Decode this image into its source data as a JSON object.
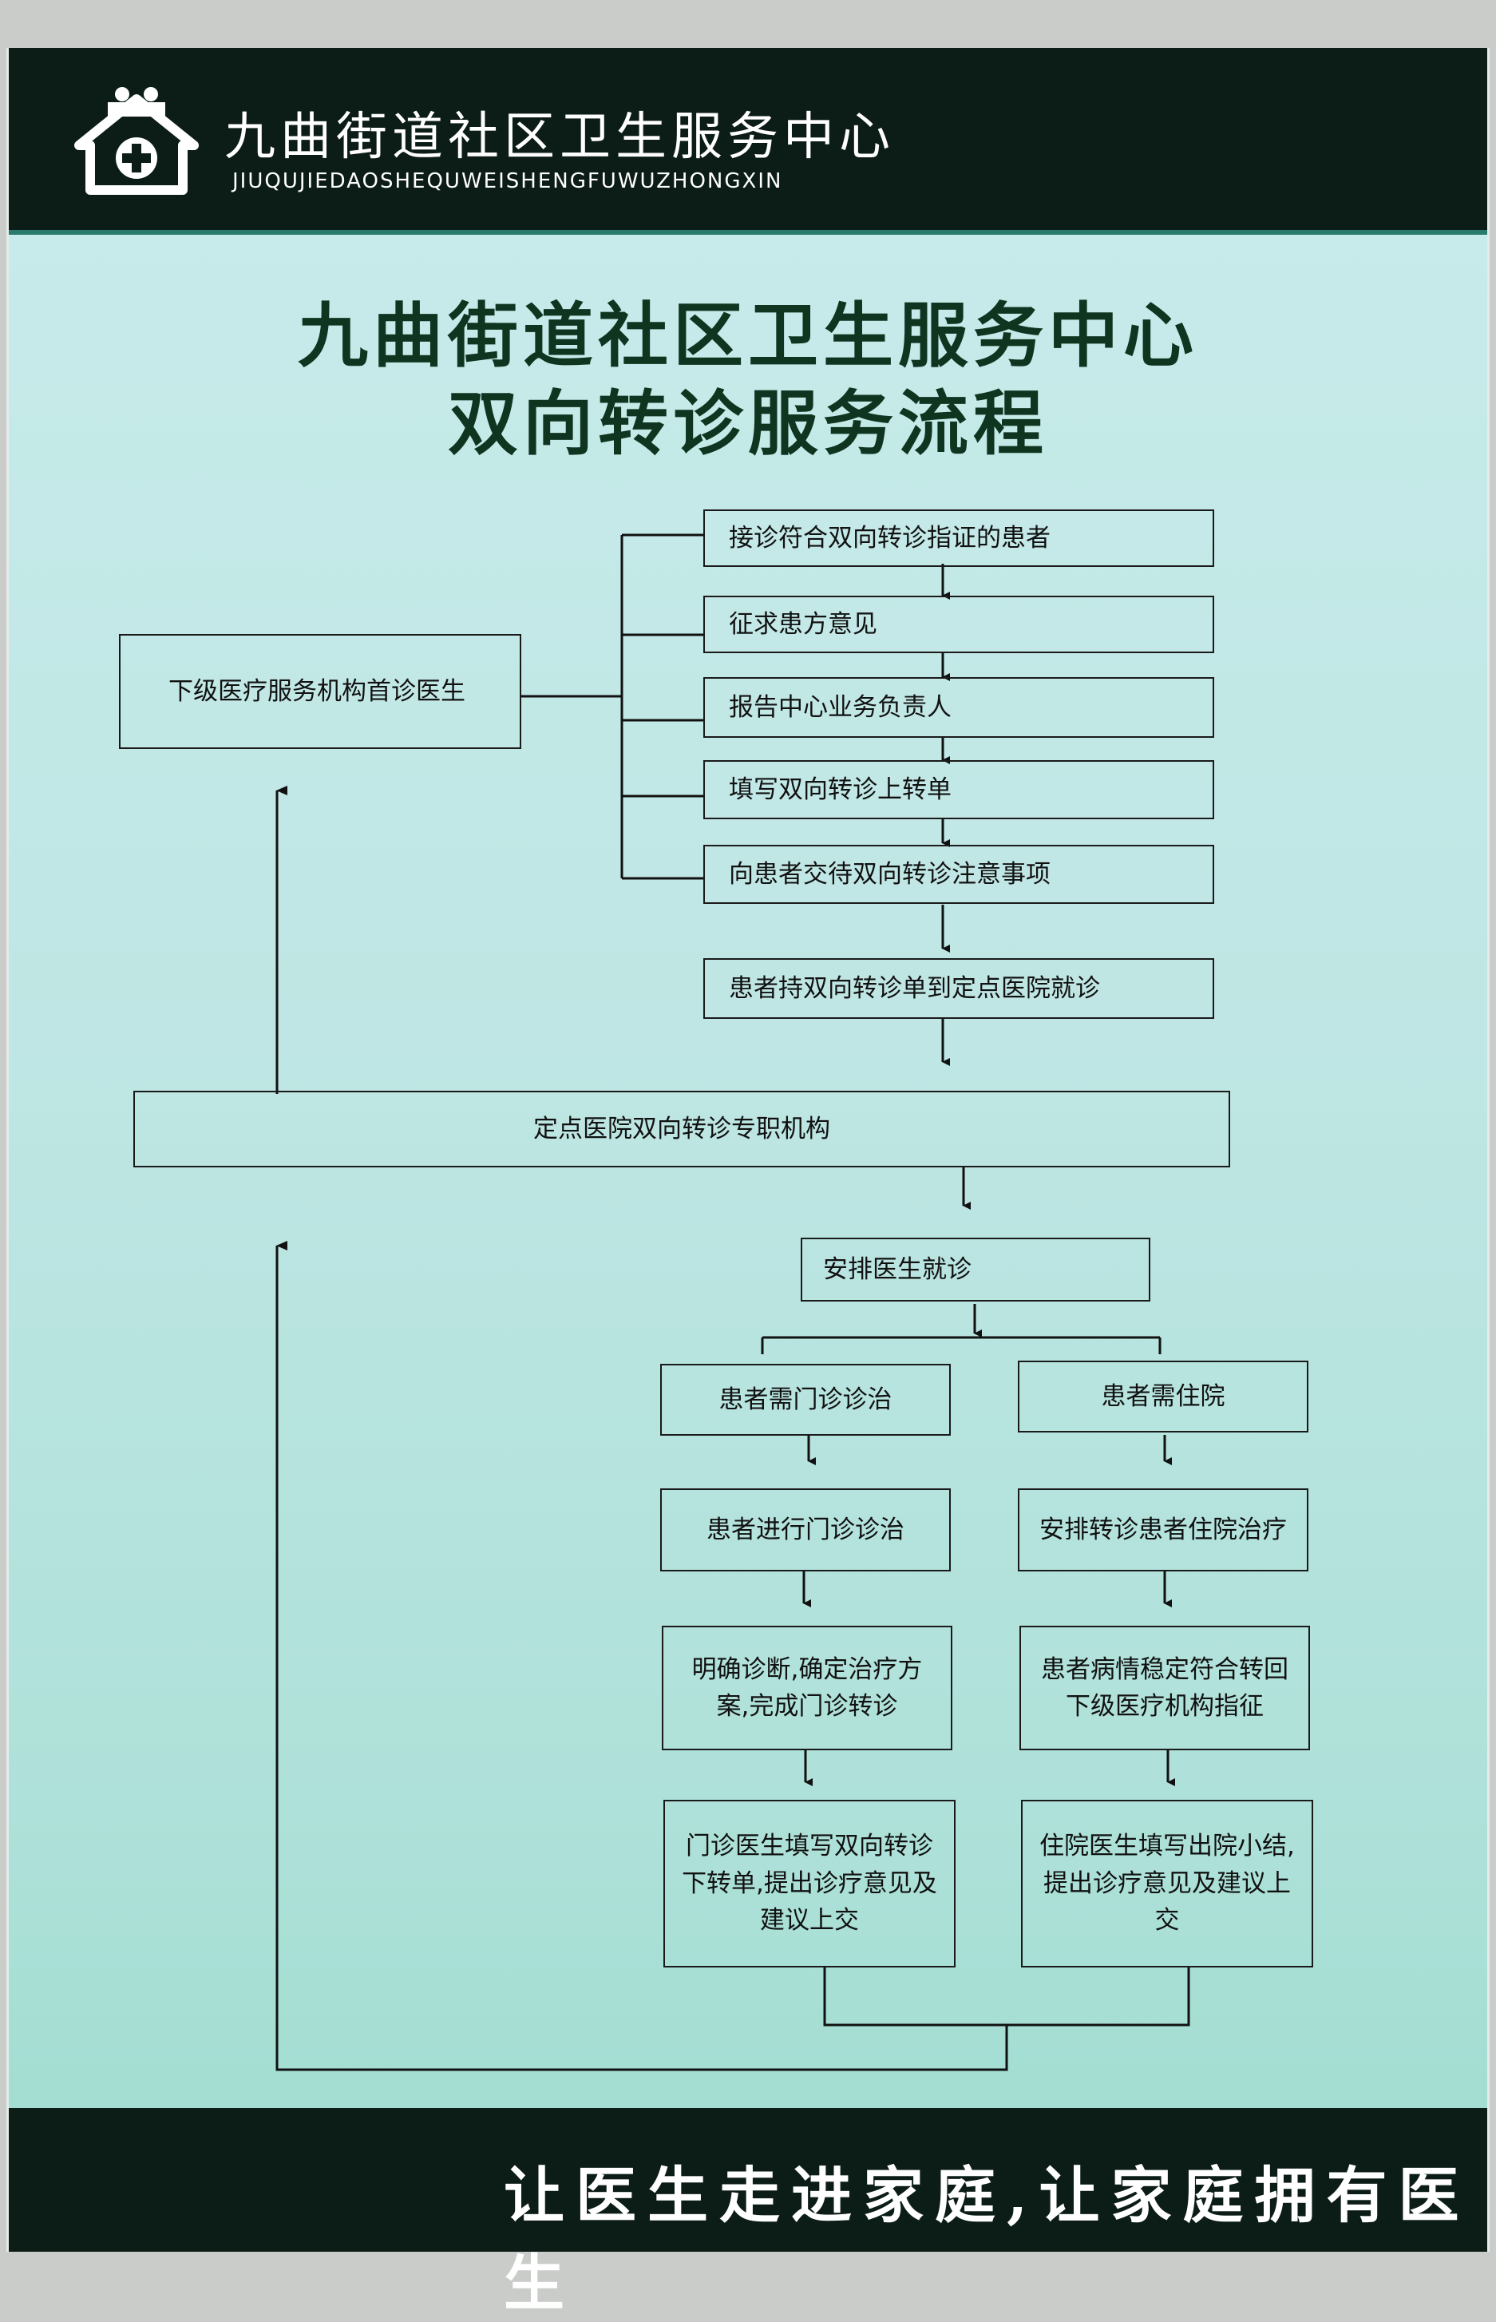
{
  "header": {
    "org_name": "九曲街道社区卫生服务中心",
    "org_pinyin": "JIUQUJIEDAOSHEQUWEISHENGFUWUZHONGXIN",
    "logo_icon": "hospital-house-cross-icon"
  },
  "title": {
    "line1": "九曲街道社区卫生服务中心",
    "line2": "双向转诊服务流程"
  },
  "flow": {
    "lower_doctor": "下级医疗服务机构首诊医生",
    "step1": "接诊符合双向转诊指证的患者",
    "step2": "征求患方意见",
    "step3": "报告中心业务负责人",
    "step4": "填写双向转诊上转单",
    "step5": "向患者交待双向转诊注意事项",
    "step6": "患者持双向转诊单到定点医院就诊",
    "hospital_office": "定点医院双向转诊专职机构",
    "arrange_doctor": "安排医生就诊",
    "outpatient": {
      "need": "患者需门诊诊治",
      "treat": "患者进行门诊诊治",
      "diagnose": "明确诊断,确定治疗方案,完成门诊转诊",
      "referral": "门诊医生填写双向转诊下转单,提出诊疗意见及建议上交"
    },
    "inpatient": {
      "need": "患者需住院",
      "treat": "安排转诊患者住院治疗",
      "stable": "患者病情稳定符合转回下级医疗机构指征",
      "summary": "住院医生填写出院小结,提出诊疗意见及建议上交"
    }
  },
  "footer": {
    "slogan": "让医生走进家庭,让家庭拥有医生"
  },
  "colors": {
    "header_bg": "#0c1d17",
    "title_text": "#0f3520",
    "poster_bg": "#c8eceb"
  }
}
